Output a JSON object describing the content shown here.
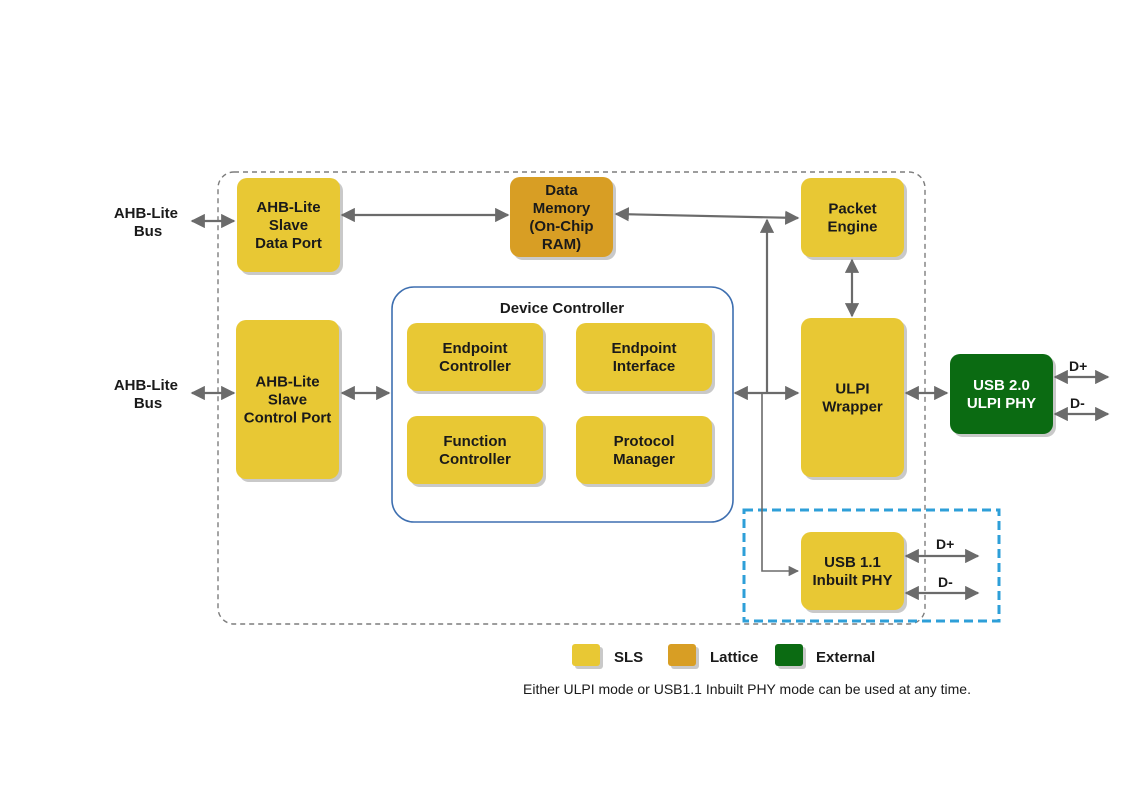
{
  "colors": {
    "sls": "#e8c834",
    "lattice": "#d89e24",
    "external": "#0b6b12",
    "shadow": "#c9c9c9",
    "group_border": "#7d7d7d",
    "controller_border": "#3e6fb0",
    "phy_group_border": "#2e9fd8",
    "arrow": "#6b6b6b"
  },
  "bus_labels": {
    "top": [
      "AHB-Lite",
      "Bus"
    ],
    "bottom": [
      "AHB-Lite",
      "Bus"
    ]
  },
  "blocks": {
    "ahb_data_port": [
      "AHB-Lite",
      "Slave",
      "Data Port"
    ],
    "data_memory": [
      "Data",
      "Memory",
      "(On-Chip",
      "RAM)"
    ],
    "packet_engine": [
      "Packet",
      "Engine"
    ],
    "ahb_control_port": [
      "AHB-Lite",
      "Slave",
      "Control Port"
    ],
    "ulpi_wrapper": [
      "ULPI",
      "Wrapper"
    ],
    "usb20_phy": [
      "USB 2.0",
      "ULPI PHY"
    ],
    "usb11_phy": [
      "USB 1.1",
      "Inbuilt PHY"
    ]
  },
  "device_controller": {
    "title": "Device Controller",
    "endpoint_controller": [
      "Endpoint",
      "Controller"
    ],
    "endpoint_interface": [
      "Endpoint",
      "Interface"
    ],
    "function_controller": [
      "Function",
      "Controller"
    ],
    "protocol_manager": [
      "Protocol",
      "Manager"
    ]
  },
  "signals": {
    "usb20_dplus": "D+",
    "usb20_dminus": "D-",
    "usb11_dplus": "D+",
    "usb11_dminus": "D-"
  },
  "legend": {
    "sls": "SLS",
    "lattice": "Lattice",
    "external": "External"
  },
  "note": "Either ULPI mode or USB1.1 Inbuilt PHY mode can be used at any time."
}
